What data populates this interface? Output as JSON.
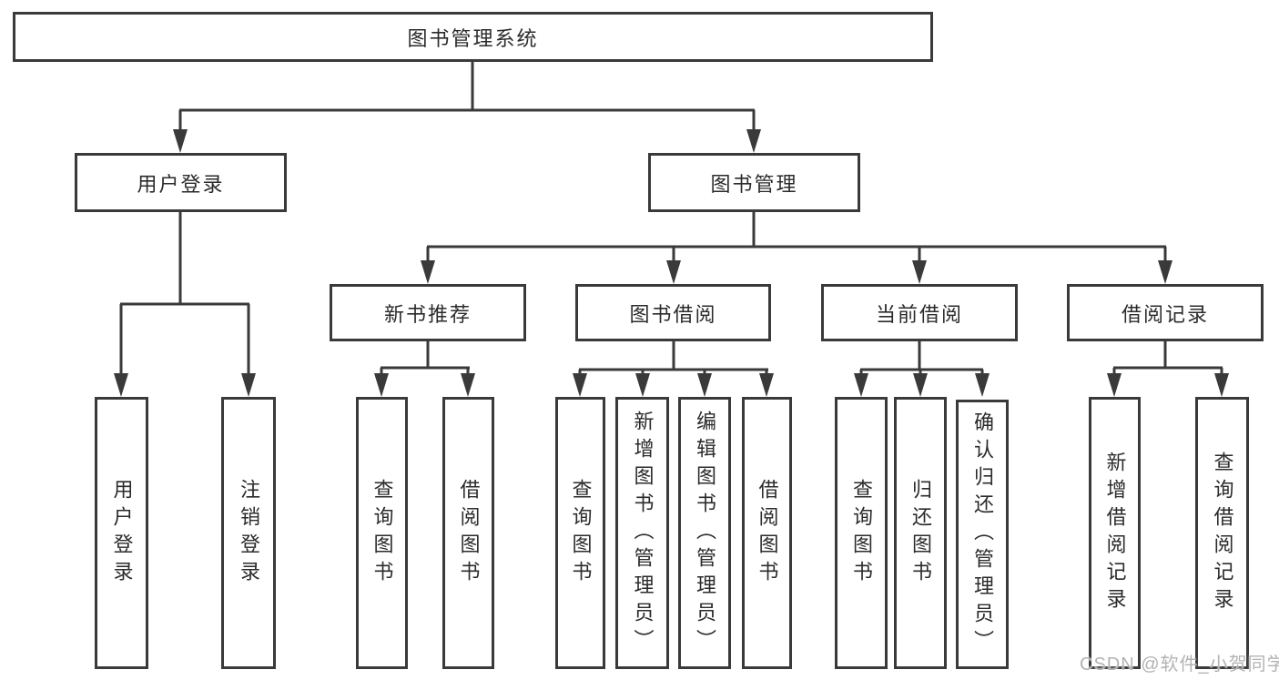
{
  "diagram": {
    "title": "图书管理系统"
  },
  "tree": {
    "root": {
      "label": "图书管理系统"
    },
    "branches": [
      {
        "label": "用户登录",
        "children": [
          {
            "label": "用户登录"
          },
          {
            "label": "注销登录"
          }
        ]
      },
      {
        "label": "图书管理",
        "children": [
          {
            "label": "新书推荐",
            "children": [
              {
                "label": "查询图书"
              },
              {
                "label": "借阅图书"
              }
            ]
          },
          {
            "label": "图书借阅",
            "children": [
              {
                "label": "查询图书"
              },
              {
                "label": "新增图书（管理员）"
              },
              {
                "label": "编辑图书（管理员）"
              },
              {
                "label": "借阅图书"
              }
            ]
          },
          {
            "label": "当前借阅",
            "children": [
              {
                "label": "查询图书"
              },
              {
                "label": "归还图书"
              },
              {
                "label": "确认归还（管理员）"
              }
            ]
          },
          {
            "label": "借阅记录",
            "children": [
              {
                "label": "新增借阅记录"
              },
              {
                "label": "查询借阅记录"
              }
            ]
          }
        ]
      }
    ]
  },
  "watermark": {
    "text": "CSDN @软件_小贺同学"
  },
  "colors": {
    "line": "#3a3a3a",
    "text": "#2b2b2b",
    "watermark": "#b3b3b3",
    "background": "#ffffff"
  }
}
